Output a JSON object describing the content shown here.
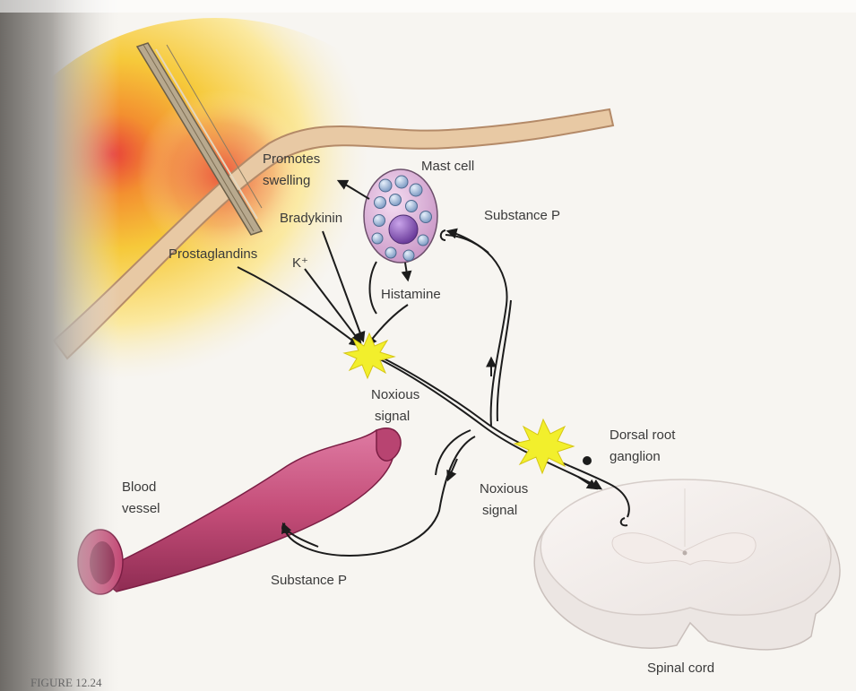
{
  "labels": {
    "promotes_swelling_1": "Promotes",
    "promotes_swelling_2": "swelling",
    "mast_cell": "Mast cell",
    "bradykinin": "Bradykinin",
    "substance_p_top": "Substance P",
    "prostaglandins": "Prostaglandins",
    "potassium": "K⁺",
    "histamine": "Histamine",
    "noxious_signal_1_a": "Noxious",
    "noxious_signal_1_b": "signal",
    "dorsal_root_ganglion_a": "Dorsal root",
    "dorsal_root_ganglion_b": "ganglion",
    "blood_vessel_a": "Blood",
    "blood_vessel_b": "vessel",
    "noxious_signal_2_a": "Noxious",
    "noxious_signal_2_b": "signal",
    "substance_p_bottom": "Substance P",
    "spinal_cord": "Spinal cord",
    "figure_caption": "FIGURE 12.24"
  },
  "colors": {
    "skin": "#e8c9a4",
    "skin_edge": "#b48a68",
    "inflammation": "#f6c21f",
    "inflammation_red": "#e8423a",
    "mast_cell": "#e2b6de",
    "granule": "#9fb8d9",
    "nucleus": "#8a5ab8",
    "vessel": "#c44d78",
    "spinal_cord": "#f1ecea",
    "nerve": "#1c1c1c",
    "starburst": "#f2ef2c"
  }
}
